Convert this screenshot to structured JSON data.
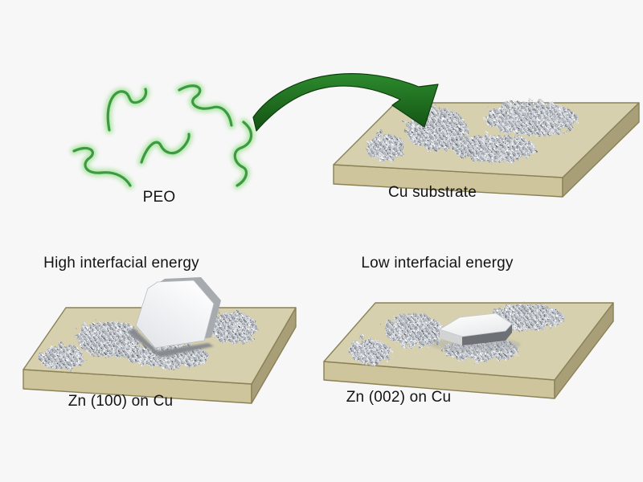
{
  "diagram": {
    "background_color": "#f7f7f7",
    "text_color": "#141414",
    "peo_section": {
      "caption": "PEO",
      "chain_count": 5,
      "chain_color": "#3c9b41",
      "glow_color": "#a9e4a0"
    },
    "deposition_arrow": {
      "color": "#1d6f1f",
      "direction": "from PEO chains onto Cu substrate"
    },
    "substrate_panel": {
      "caption": "Cu substrate",
      "coating_patch_count": 4,
      "slab_colors": {
        "top": "#d7d0ae",
        "front": "#cec59d",
        "side": "#a89e78",
        "outline": "#8a8157"
      },
      "patch_base_color": "#c6cad0"
    },
    "high_energy_panel": {
      "title": "High interfacial energy",
      "caption": "Zn (100) on Cu",
      "crystal": "vertical standing hexagonal Zn plate",
      "patch_count": 4
    },
    "low_energy_panel": {
      "title": "Low interfacial energy",
      "caption": "Zn (002) on Cu",
      "crystal": "flat lying hexagonal Zn platelet",
      "patch_count": 4
    }
  }
}
